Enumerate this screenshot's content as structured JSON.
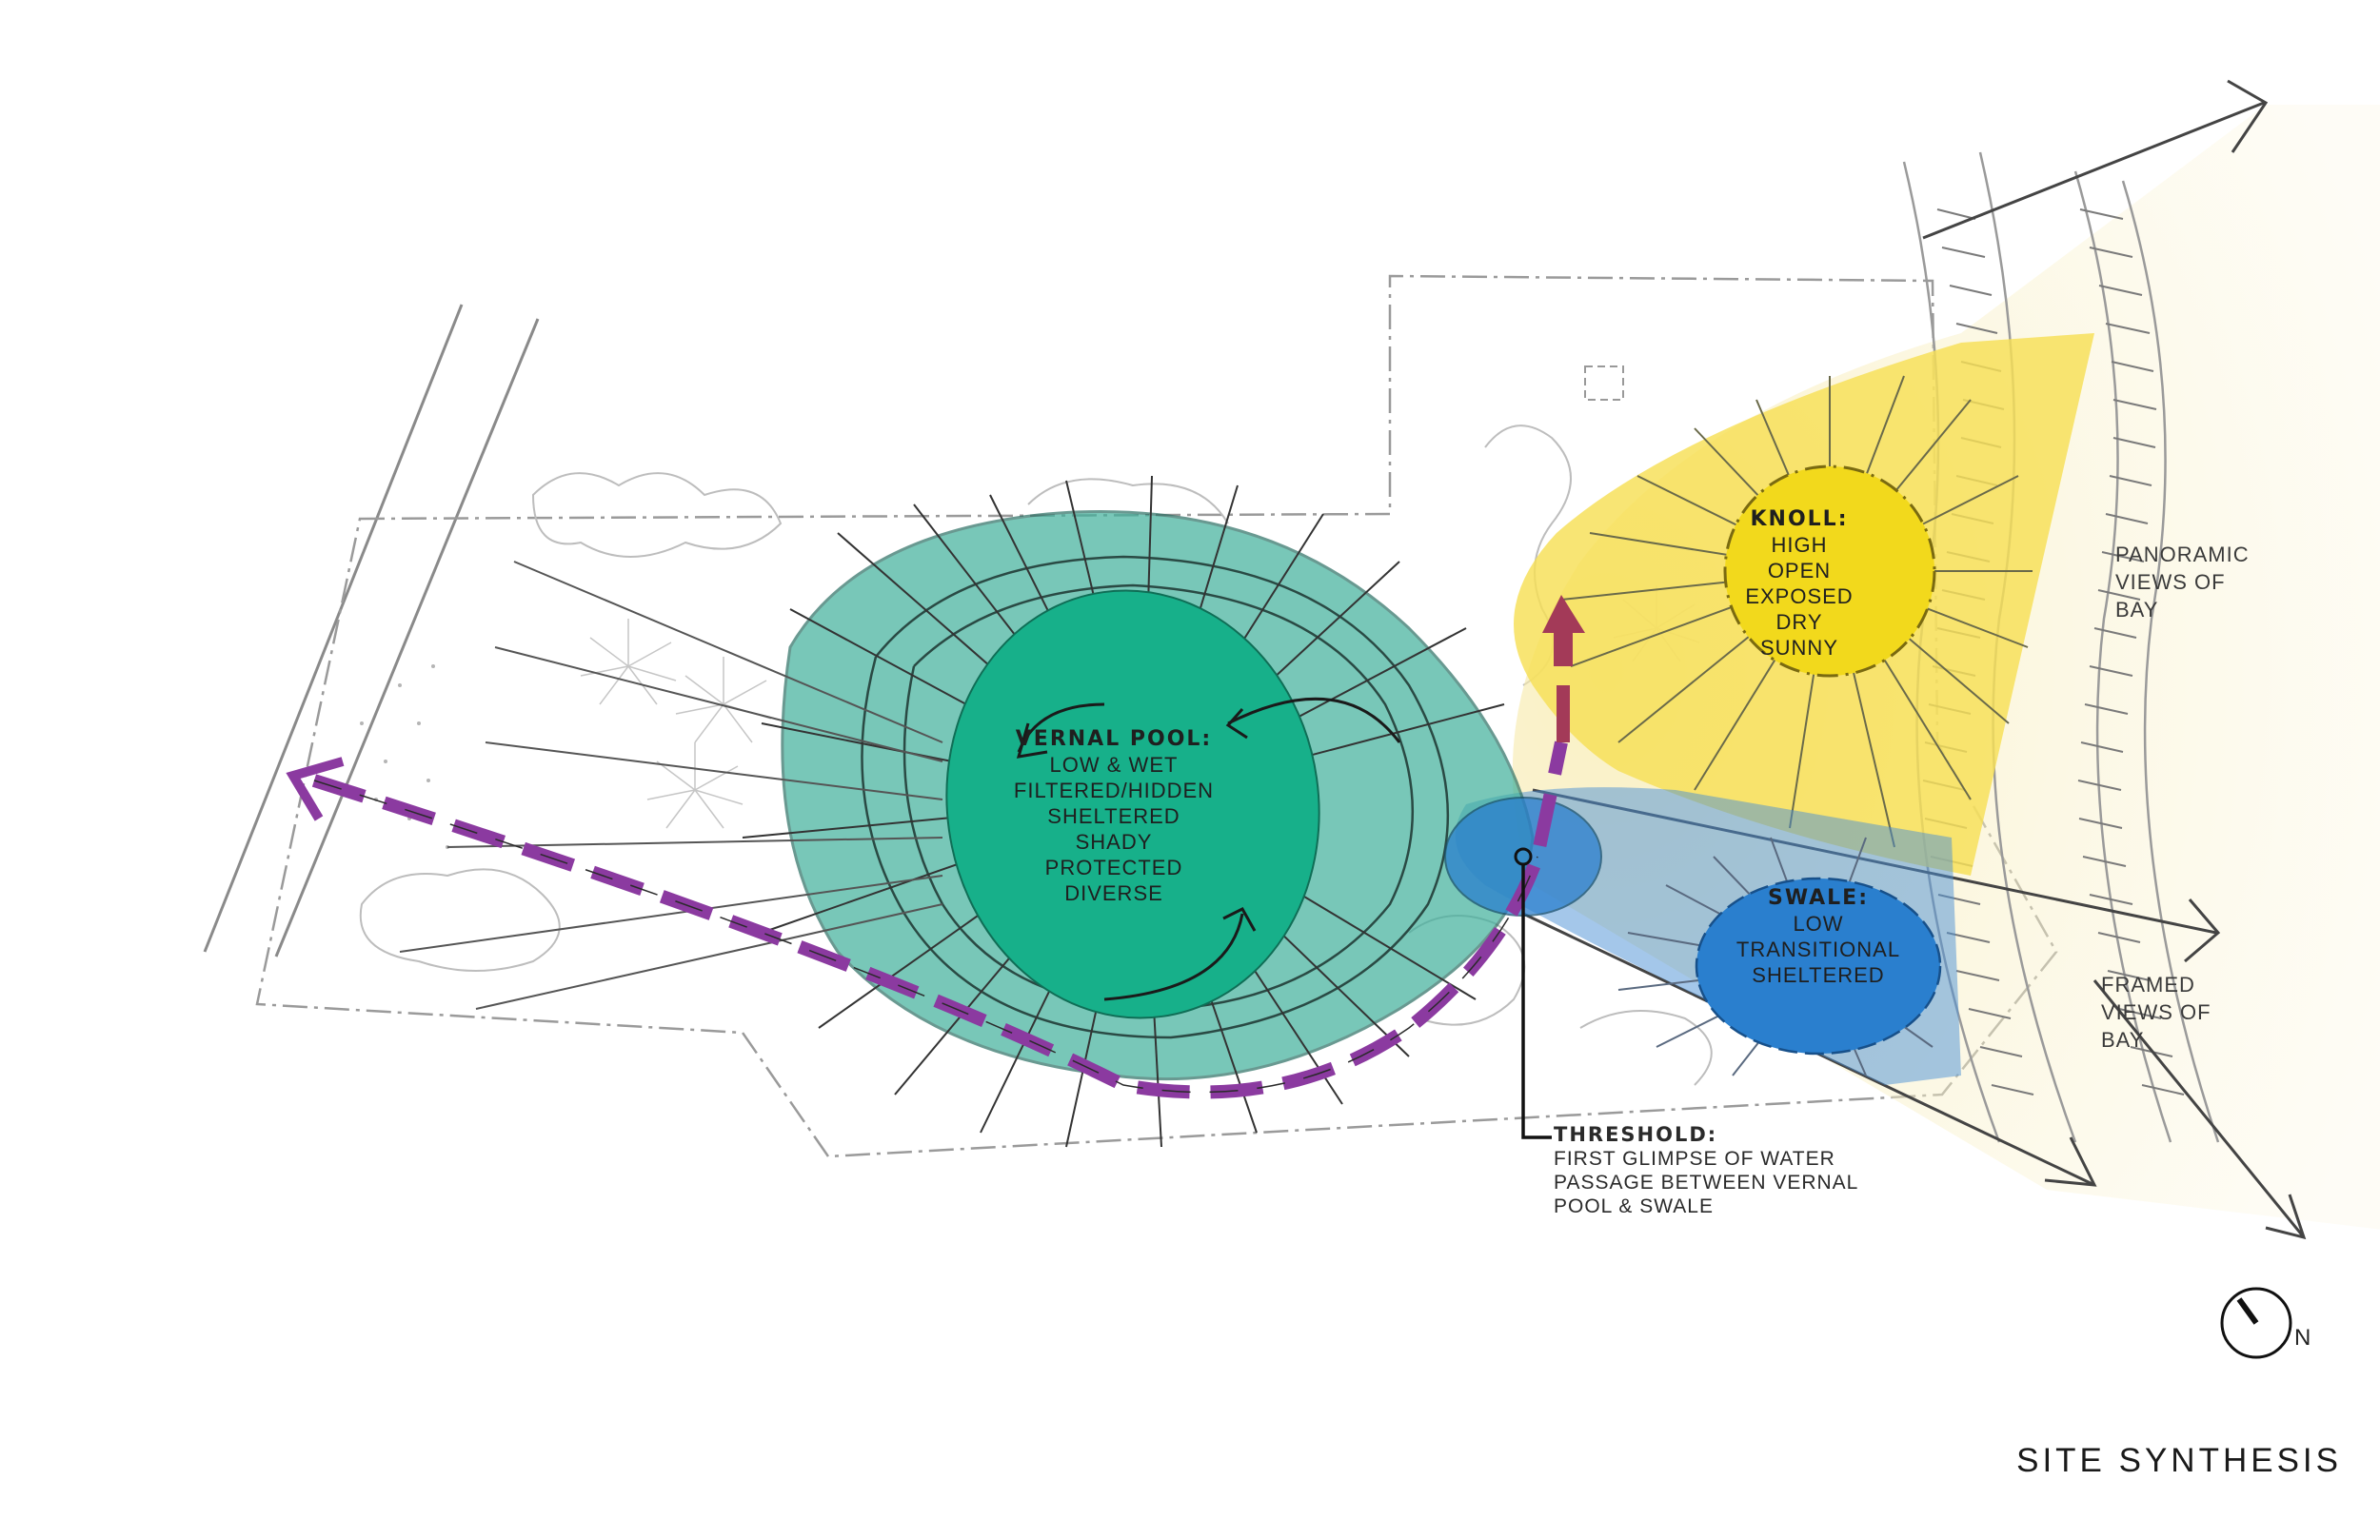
{
  "title": "SITE SYNTHESIS",
  "zones": {
    "vernal_pool": {
      "title": "VERNAL POOL:",
      "lines": [
        "LOW & WET",
        "FILTERED/HIDDEN",
        "SHELTERED",
        "SHADY",
        "PROTECTED",
        "DIVERSE"
      ],
      "color": "#1cae8c"
    },
    "knoll": {
      "title": "KNOLL:",
      "lines": [
        "HIGH",
        "OPEN",
        "EXPOSED",
        "DRY",
        "SUNNY"
      ],
      "color": "#f2d91c"
    },
    "swale": {
      "title": "SWALE:",
      "lines": [
        "LOW",
        "TRANSITIONAL",
        "SHELTERED"
      ],
      "color": "#2a7fce"
    }
  },
  "threshold": {
    "title": "THRESHOLD:",
    "lines": [
      "FIRST GLIMPSE OF WATER",
      "PASSAGE BETWEEN VERNAL",
      "POOL & SWALE"
    ]
  },
  "views": {
    "panoramic": [
      "PANORAMIC",
      "VIEWS OF",
      "BAY"
    ],
    "framed": [
      "FRAMED",
      "VIEWS OF",
      "BAY"
    ]
  },
  "north_label": "N",
  "colors": {
    "path": "#8b3aa0",
    "arrow": "#a33a58",
    "outline": "#555555",
    "view_fill": "#f8efc0"
  }
}
